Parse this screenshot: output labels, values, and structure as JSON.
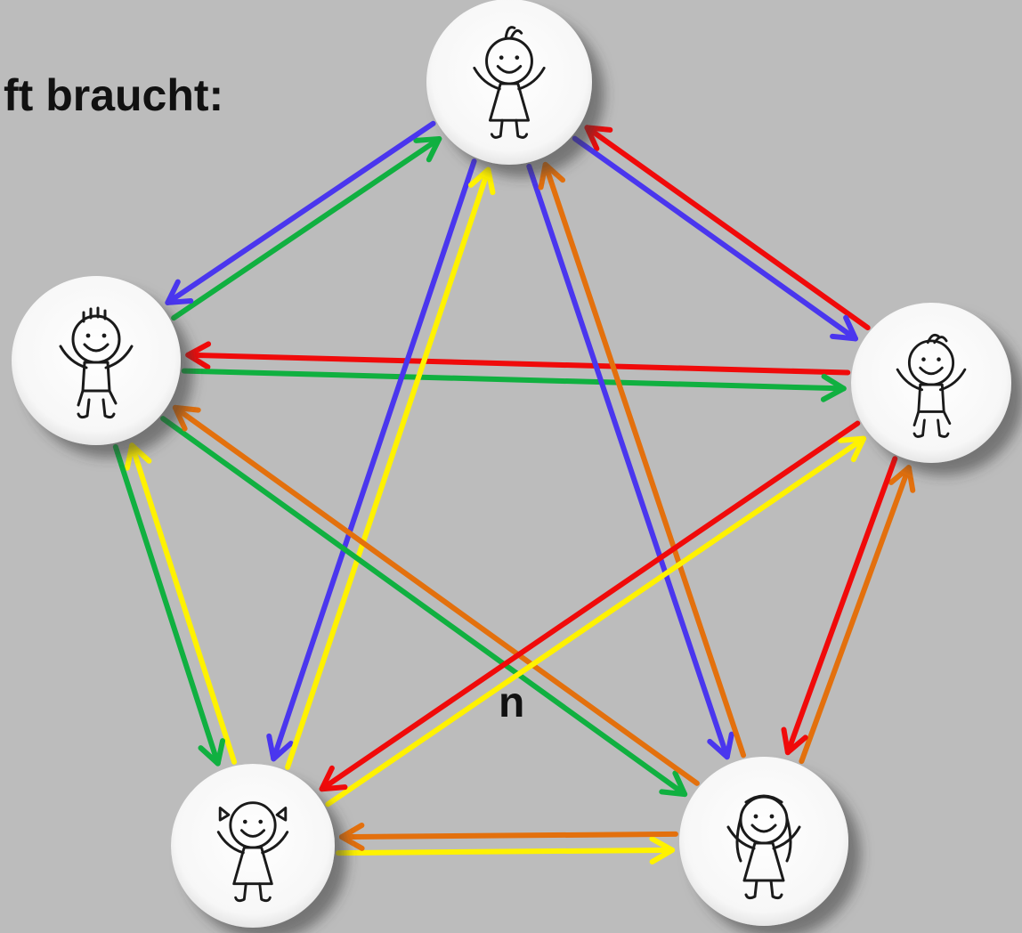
{
  "slide": {
    "text_fragments": [
      "ft braucht:",
      "n"
    ]
  },
  "diagram": {
    "nodes": [
      {
        "id": "top",
        "figure": "girl-dancing"
      },
      {
        "id": "upper-left",
        "figure": "boy-waving"
      },
      {
        "id": "upper-right",
        "figure": "boy-running"
      },
      {
        "id": "lower-left",
        "figure": "girl-with-bows"
      },
      {
        "id": "lower-right",
        "figure": "girl-long-hair"
      }
    ],
    "arrow_colors": {
      "green": "#10b040",
      "blue": "#4a36ee",
      "red": "#f00a0a",
      "yellow": "#fff200",
      "orange": "#e3700d"
    },
    "connections": [
      {
        "from": "upper-left",
        "to": "top",
        "color": "green"
      },
      {
        "from": "top",
        "to": "upper-left",
        "color": "blue"
      },
      {
        "from": "upper-right",
        "to": "top",
        "color": "red"
      },
      {
        "from": "top",
        "to": "upper-right",
        "color": "blue"
      },
      {
        "from": "upper-right",
        "to": "upper-left",
        "color": "red"
      },
      {
        "from": "upper-left",
        "to": "upper-right",
        "color": "green"
      },
      {
        "from": "top",
        "to": "lower-left",
        "color": "blue"
      },
      {
        "from": "lower-left",
        "to": "top",
        "color": "yellow"
      },
      {
        "from": "top",
        "to": "lower-right",
        "color": "blue"
      },
      {
        "from": "lower-right",
        "to": "top",
        "color": "orange"
      },
      {
        "from": "lower-left",
        "to": "upper-left",
        "color": "yellow"
      },
      {
        "from": "upper-left",
        "to": "lower-left",
        "color": "green"
      },
      {
        "from": "upper-left",
        "to": "lower-right",
        "color": "green"
      },
      {
        "from": "lower-right",
        "to": "upper-left",
        "color": "orange"
      },
      {
        "from": "lower-left",
        "to": "upper-right",
        "color": "yellow"
      },
      {
        "from": "upper-right",
        "to": "lower-left",
        "color": "red"
      },
      {
        "from": "lower-right",
        "to": "upper-right",
        "color": "orange"
      },
      {
        "from": "upper-right",
        "to": "lower-right",
        "color": "red"
      },
      {
        "from": "lower-left",
        "to": "lower-right",
        "color": "yellow"
      },
      {
        "from": "lower-right",
        "to": "lower-left",
        "color": "orange"
      }
    ]
  }
}
